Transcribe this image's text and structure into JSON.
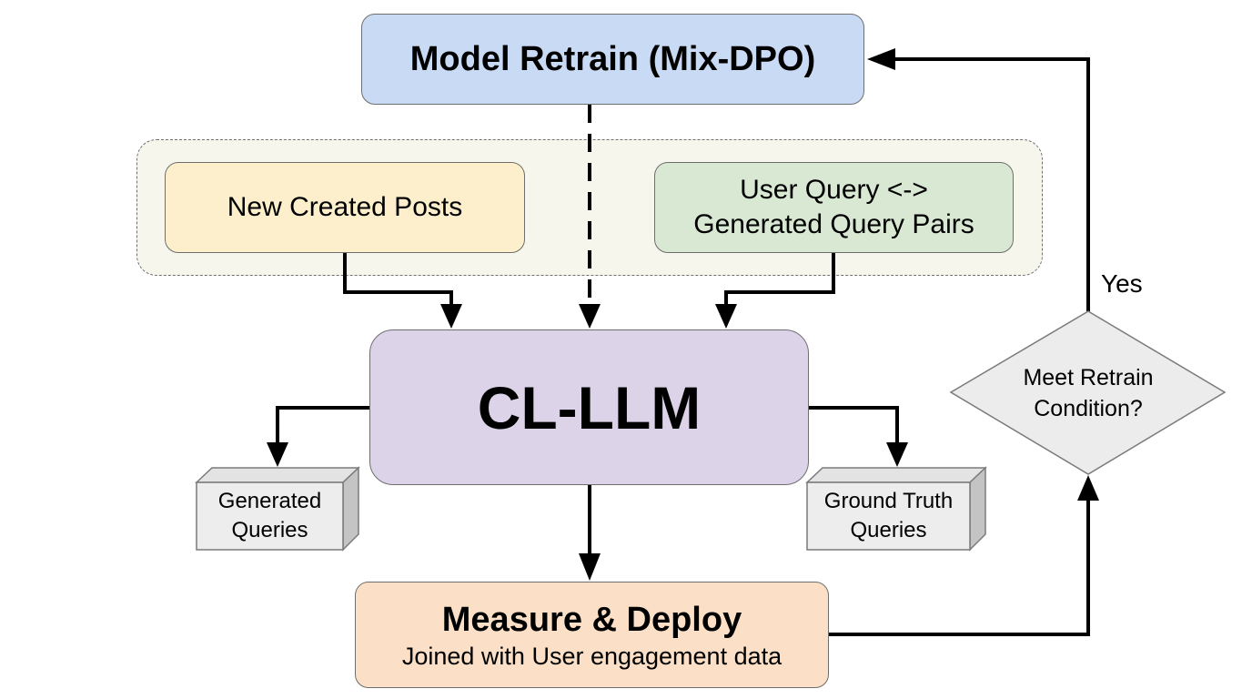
{
  "nodes": {
    "model_retrain": {
      "label": "Model Retrain (Mix-DPO)",
      "color": "#c9daf4"
    },
    "new_created_posts": {
      "label": "New Created Posts",
      "color": "#fdefcb"
    },
    "query_pairs": {
      "line1": "User Query <->",
      "line2": "Generated Query Pairs",
      "color": "#d8e8d2"
    },
    "cl_llm": {
      "label": "CL-LLM",
      "color": "#dcd3e9"
    },
    "generated_queries": {
      "line1": "Generated",
      "line2": "Queries"
    },
    "ground_truth_queries": {
      "line1": "Ground Truth",
      "line2": "Queries"
    },
    "measure_deploy": {
      "title": "Measure & Deploy",
      "subtitle": "Joined with User engagement data",
      "color": "#fbe0c7"
    },
    "decision": {
      "line1": "Meet Retrain",
      "line2": "Condition?"
    }
  },
  "edges": {
    "yes_label": "Yes"
  }
}
